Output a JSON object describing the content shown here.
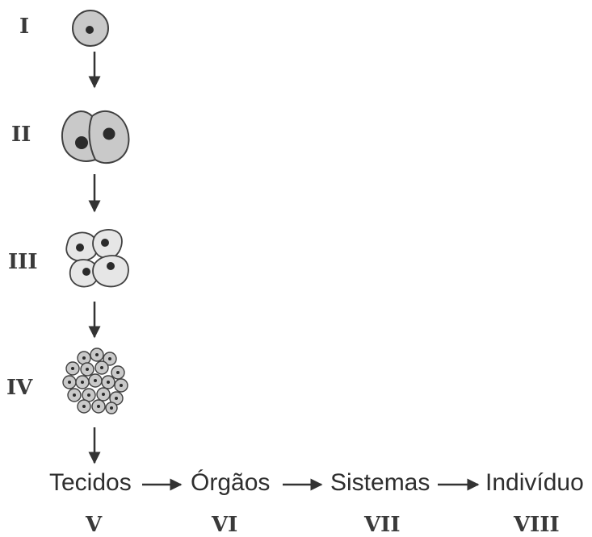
{
  "stages": [
    {
      "label": "I"
    },
    {
      "label": "II"
    },
    {
      "label": "III"
    },
    {
      "label": "IV"
    }
  ],
  "sequence": [
    {
      "text": "Tecidos",
      "label": "V"
    },
    {
      "text": "Órgãos",
      "label": "VI"
    },
    {
      "text": "Sistemas",
      "label": "VII"
    },
    {
      "text": "Indivíduo",
      "label": "VIII"
    }
  ],
  "colors": {
    "cell_fill": "#c9c9c9",
    "light_cell_fill": "#e6e6e6",
    "stroke": "#404040",
    "nucleus": "#2b2b2b",
    "text": "#2e2e2e"
  }
}
